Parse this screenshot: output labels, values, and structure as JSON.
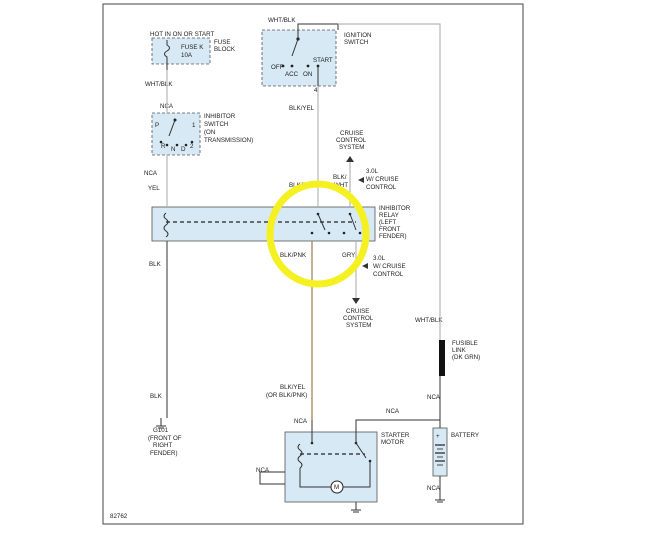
{
  "labels": {
    "hot_in_on": "HOT IN ON OR START",
    "fuse_k": "FUSE K",
    "fuse_amp": "10A",
    "fuse": "FUSE",
    "block": "BLOCK",
    "wht_blk_top": "WHT/BLK",
    "ignition": "IGNITION",
    "switch": "SWITCH",
    "off": "OFF",
    "acc": "ACC",
    "on": "ON",
    "start": "START",
    "pin4": "4",
    "wht_blk_left": "WHT/BLK",
    "nca1": "NCA",
    "inhibitor": "INHIBITOR",
    "switch2": "SWITCH",
    "on_paren": "(ON",
    "transmission": "TRANSMISSION)",
    "p": "P",
    "n1": "1",
    "r": "R",
    "n": "N",
    "d": "D",
    "n2": "2",
    "nca2": "NCA",
    "yel": "YEL",
    "blk_yel_top": "BLK/YEL",
    "cruise_up": "CRUISE",
    "control_up": "CONTROL",
    "system_up": "SYSTEM",
    "blk_slash": "BLK/",
    "wht": "WHT",
    "liter_up": "3.0L",
    "w_cruise_up": "W/ CRUISE",
    "control_up2": "CONTROL",
    "blk_yel_mid": "BLK/YEL",
    "relay1": "INHIBITOR",
    "relay2": "RELAY",
    "relay3": "(LEFT",
    "relay4": "FRONT",
    "relay5": "FENDER)",
    "blk_left": "BLK",
    "blk_pnk": "BLK/PNK",
    "gry": "GRY",
    "liter_dn": "3.0L",
    "w_cruise_dn": "W/ CRUISE",
    "control_dn2": "CONTROL",
    "cruise_dn": "CRUISE",
    "control_dn": "CONTROL",
    "system_dn": "SYSTEM",
    "wht_blk_right": "WHT/BLK",
    "fusible": "FUSIBLE",
    "link": "LINK",
    "dk_grn": "(DK GRN)",
    "nca_right": "NCA",
    "blk_g101": "BLK",
    "g101": "G101",
    "front_of": "(FRONT OF",
    "right": "RIGHT",
    "fender": "FENDER)",
    "blk_yel_low": "BLK/YEL",
    "or_blk_pnk": "(OR BLK/PNK)",
    "nca_motor": "NCA",
    "nca_top_motor": "NCA",
    "starter": "STARTER",
    "motor": "MOTOR",
    "battery": "BATTERY",
    "nca_left_motor": "NCA",
    "nca_bat": "NCA",
    "m": "M",
    "plus": "+",
    "figure_id": "82762"
  },
  "colors": {
    "highlight": "#f5f021",
    "component_fill": "#d7e9f4",
    "wire_tan": "#b58a66"
  }
}
